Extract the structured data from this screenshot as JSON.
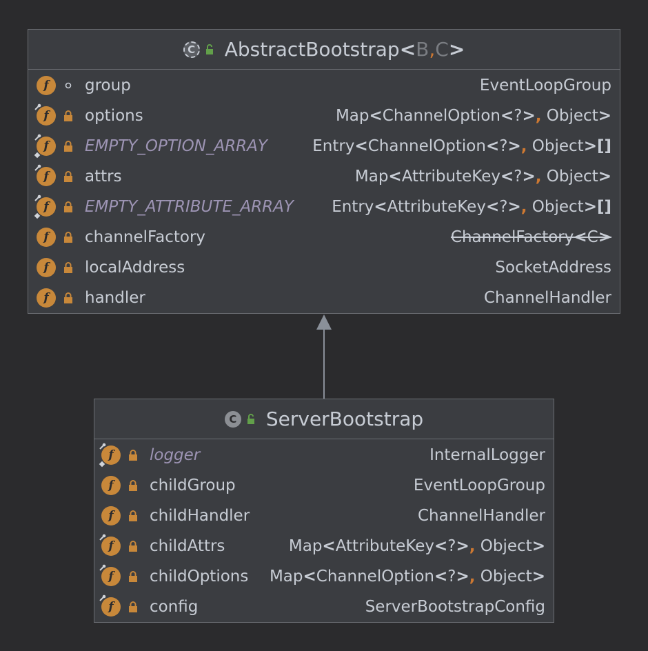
{
  "colors": {
    "background": "#2b2b2d",
    "box_fill": "#3b3d41",
    "box_border": "#6b6e73",
    "field_icon": "#c8883a",
    "lock_icon": "#c8883a",
    "text": "#c7ccd4",
    "static_text": "#9d94b4",
    "comma": "#cc7832",
    "arrow": "#8a9099"
  },
  "abstract_class": {
    "name": "AbstractBootstrap",
    "type_params": [
      "B",
      "C"
    ],
    "icon": "abstract-class-icon",
    "visibility_icon": "public-unlock-icon",
    "fields": [
      {
        "name": "group",
        "type": "EventLoopGroup",
        "visibility": "package-private",
        "static": false,
        "final": false
      },
      {
        "name": "options",
        "type": "Map<ChannelOption<?>, Object>",
        "visibility": "private",
        "static": false,
        "final": true
      },
      {
        "name": "EMPTY_OPTION_ARRAY",
        "type": "Entry<ChannelOption<?>, Object>[]",
        "visibility": "private",
        "static": true,
        "final": true
      },
      {
        "name": "attrs",
        "type": "Map<AttributeKey<?>, Object>",
        "visibility": "private",
        "static": false,
        "final": true
      },
      {
        "name": "EMPTY_ATTRIBUTE_ARRAY",
        "type": "Entry<AttributeKey<?>, Object>[]",
        "visibility": "private",
        "static": true,
        "final": true
      },
      {
        "name": "channelFactory",
        "type": "ChannelFactory<C>",
        "visibility": "private",
        "static": false,
        "final": false,
        "deprecated_type": true
      },
      {
        "name": "localAddress",
        "type": "SocketAddress",
        "visibility": "private",
        "static": false,
        "final": false
      },
      {
        "name": "handler",
        "type": "ChannelHandler",
        "visibility": "private",
        "static": false,
        "final": false
      }
    ]
  },
  "concrete_class": {
    "name": "ServerBootstrap",
    "icon": "class-icon",
    "visibility_icon": "public-unlock-icon",
    "fields": [
      {
        "name": "logger",
        "type": "InternalLogger",
        "visibility": "private",
        "static": true,
        "final": true
      },
      {
        "name": "childGroup",
        "type": "EventLoopGroup",
        "visibility": "private",
        "static": false,
        "final": false
      },
      {
        "name": "childHandler",
        "type": "ChannelHandler",
        "visibility": "private",
        "static": false,
        "final": false
      },
      {
        "name": "childAttrs",
        "type": "Map<AttributeKey<?>, Object>",
        "visibility": "private",
        "static": false,
        "final": true
      },
      {
        "name": "childOptions",
        "type": "Map<ChannelOption<?>, Object>",
        "visibility": "private",
        "static": false,
        "final": true
      },
      {
        "name": "config",
        "type": "ServerBootstrapConfig",
        "visibility": "private",
        "static": false,
        "final": true
      }
    ]
  },
  "relations": [
    {
      "from": "ServerBootstrap",
      "to": "AbstractBootstrap",
      "kind": "extends"
    }
  ]
}
